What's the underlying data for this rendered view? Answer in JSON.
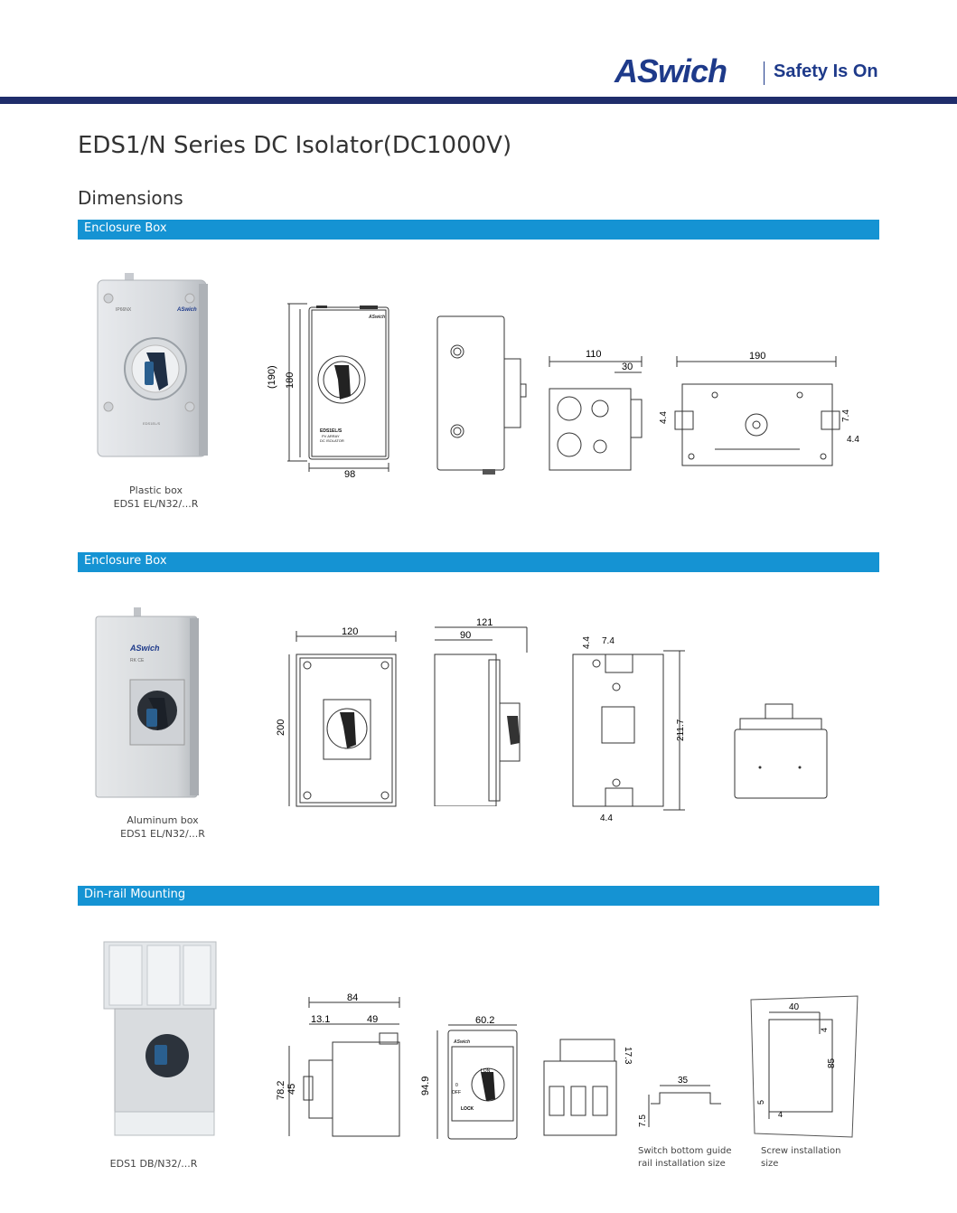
{
  "header": {
    "logo_text": "ASwich",
    "tagline": "Safety Is On",
    "brand_color": "#1e3a8a",
    "rule_color": "#1f2d6b"
  },
  "document": {
    "title": "EDS1/N Series DC Isolator(DC1000V)",
    "subtitle": "Dimensions"
  },
  "sections": [
    {
      "heading": "Enclosure Box",
      "caption_line1": "Plastic box",
      "caption_line2": "EDS1 EL/N32/...R",
      "product_labels": [
        "IP66NX",
        "ASwich"
      ],
      "drawing_labels": {
        "front_height_total": "(190)",
        "front_height": "180",
        "front_width": "98",
        "side_depth": "110",
        "side_handle": "30",
        "rear_width": "190",
        "rear_a": "4.4",
        "rear_b": "7.4",
        "rear_c": "4.4",
        "face_model": "EDS1EL/S",
        "face_text1": "PV ARRAY",
        "face_text2": "DC ISOLATOR"
      }
    },
    {
      "heading": "Enclosure Box",
      "caption_line1": "Aluminum box",
      "caption_line2": "EDS1 EL/N32/...R",
      "product_labels": [
        "ASwich"
      ],
      "drawing_labels": {
        "front_width": "120",
        "front_height": "200",
        "side_total": "121",
        "side_body": "90",
        "back_a": "4.4",
        "back_b": "7.4",
        "back_height": "211.7",
        "back_c": "4.4"
      }
    },
    {
      "heading": "Din-rail Mounting",
      "caption": "EDS1 DB/N32/...R",
      "drawing_labels": {
        "side_width": "84",
        "side_a": "13.1",
        "side_b": "49",
        "side_h1": "78.2",
        "side_h2": "45",
        "front_width": "60.2",
        "front_height": "94.9",
        "front_on": "I ON",
        "front_off": "OFF",
        "front_zero": "0",
        "front_lock": "LOCK",
        "back_h": "17.3",
        "rail_width": "35",
        "rail_height": "7.5",
        "screw_width": "40",
        "screw_a": "4",
        "screw_height": "85",
        "screw_b": "5",
        "screw_c": "4"
      },
      "rail_caption_line1": "Switch bottom guide",
      "rail_caption_line2": "rail installation size",
      "screw_caption": "Screw installation size"
    }
  ],
  "colors": {
    "section_bar": "#1593d3",
    "handle_blue": "#2a5f8f"
  }
}
